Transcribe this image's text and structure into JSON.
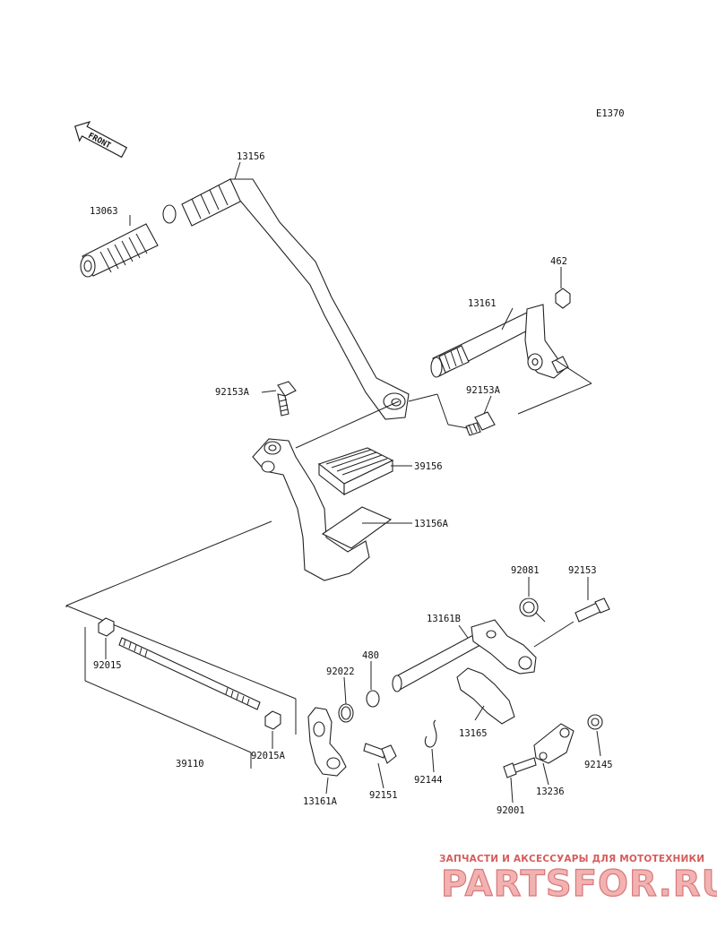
{
  "diagram": {
    "code": "E1370",
    "front_label": "FRONT",
    "callouts": {
      "p13063": "13063",
      "p13156": "13156",
      "p462": "462",
      "p13161": "13161",
      "p92153A_left": "92153A",
      "p92153A_right": "92153A",
      "p39156": "39156",
      "p13156A": "13156A",
      "p92081": "92081",
      "p92153": "92153",
      "p13161B": "13161B",
      "p480": "480",
      "p92022": "92022",
      "p92015": "92015",
      "p92015A": "92015A",
      "p39110": "39110",
      "p13165": "13165",
      "p92144": "92144",
      "p92151": "92151",
      "p13161A": "13161A",
      "p92145": "92145",
      "p13236": "13236",
      "p92001": "92001"
    }
  },
  "watermark": {
    "tagline": "ЗАПЧАСТИ И АКСЕССУАРЫ ДЛЯ МОТОТЕХНИКИ",
    "brand": "PARTSFOR.RU"
  }
}
